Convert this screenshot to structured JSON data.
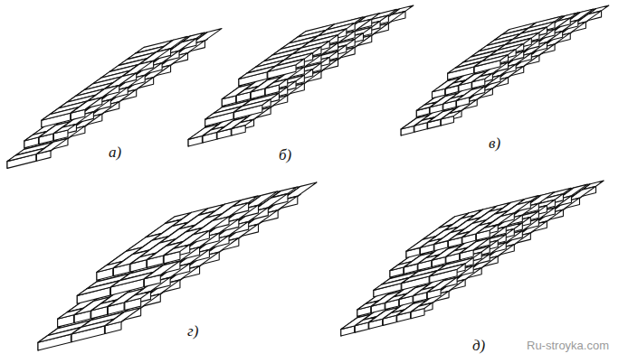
{
  "diagram": {
    "labels": [
      "а)",
      "б)",
      "в)",
      "г)",
      "д)",
      "Ru-stroyka.com"
    ]
  }
}
